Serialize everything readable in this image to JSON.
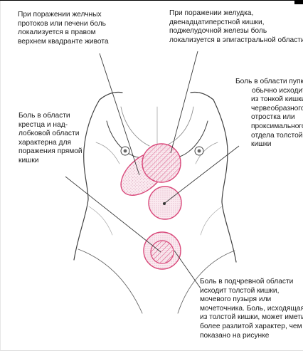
{
  "labels": {
    "bile": {
      "lines": [
        "При поражении желчных",
        "протоков или печени боль",
        "локализуется в правом",
        "верхнем квадранте живота"
      ]
    },
    "stomach": {
      "lines": [
        "При поражении желудка,",
        "двенадцатиперстной кишки,",
        "поджелудочной железы боль",
        "локализуется в эпигастральной области"
      ]
    },
    "navel": {
      "lines": [
        "Боль в области пупка",
        "обычно исходит",
        "из тонкой кишки,",
        "червеобразного",
        "отростка или",
        "проксимального",
        "отдела толстой",
        "кишки"
      ]
    },
    "sacrum": {
      "lines": [
        "Боль в области",
        "крестца и над-",
        "лобковой области",
        "характерна для",
        "поражения прямой",
        "кишки"
      ]
    },
    "lower": {
      "lines": [
        "Боль в подчревной области",
        "исходит толстой кишки,",
        "мочевого пузыря или",
        "мочеточника. Боль, исходящая",
        "из толстой кишки, может иметь",
        "более разлитой характер, чем",
        "показано на рисунке"
      ]
    }
  },
  "colors": {
    "pain_zone": "#d9487a",
    "pain_fill": "#f6dbe5",
    "leader": "#3a3a3a",
    "body_outline": "#3f3f3f"
  }
}
